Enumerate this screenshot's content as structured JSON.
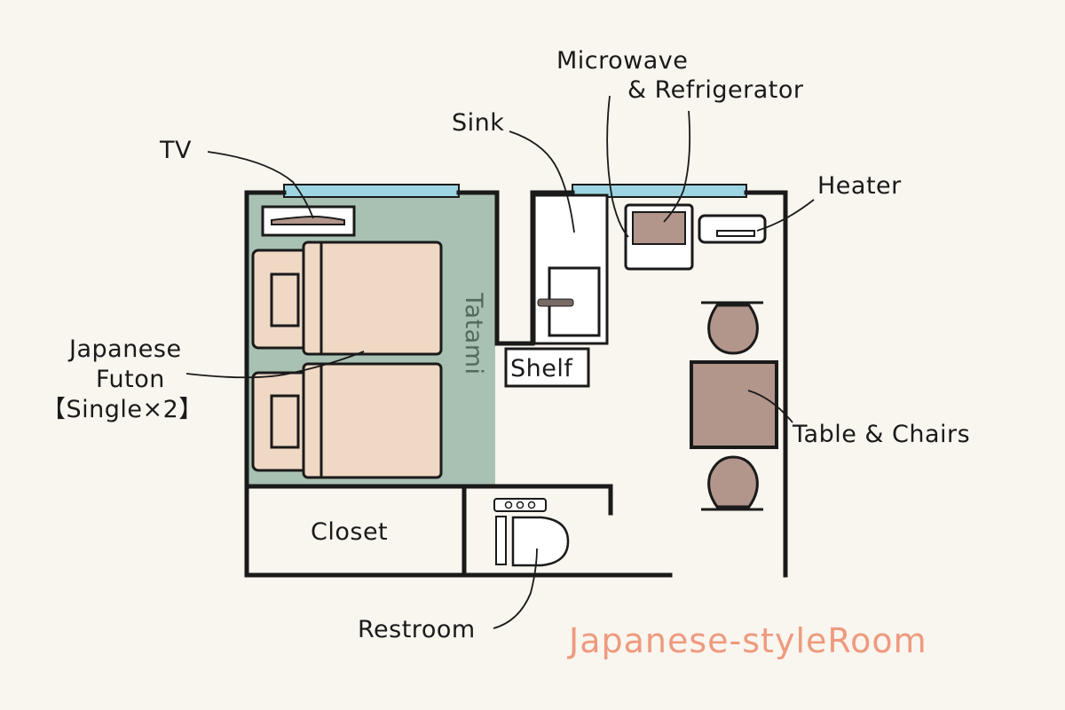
{
  "title": "Japanese-styleRoom",
  "labels": {
    "tv": "TV",
    "sink": "Sink",
    "microwave_line1": "Microwave",
    "microwave_line2": "& Refrigerator",
    "heater": "Heater",
    "tatami": "Tatami",
    "shelf": "Shelf",
    "futon_line1": "Japanese",
    "futon_line2": "Futon",
    "futon_line3": "【Single×2】",
    "table_chairs": "Table & Chairs",
    "closet": "Closet",
    "restroom": "Restroom"
  },
  "colors": {
    "background": "#f9f5ef",
    "wall": "#1a1a1a",
    "tatami": "#a9c1b2",
    "futon": "#efd8c4",
    "furniture_brown": "#b2958b",
    "window": "#9dd6e2",
    "title": "#ee9a7e",
    "white_fixture": "#ffffff"
  },
  "icons": {
    "tv": "tv-icon",
    "sink": "sink-icon",
    "microwave": "microwave-icon",
    "heater": "heater-icon",
    "toilet": "toilet-icon",
    "chair": "chair-icon",
    "table": "table-icon",
    "futon": "futon-icon"
  }
}
